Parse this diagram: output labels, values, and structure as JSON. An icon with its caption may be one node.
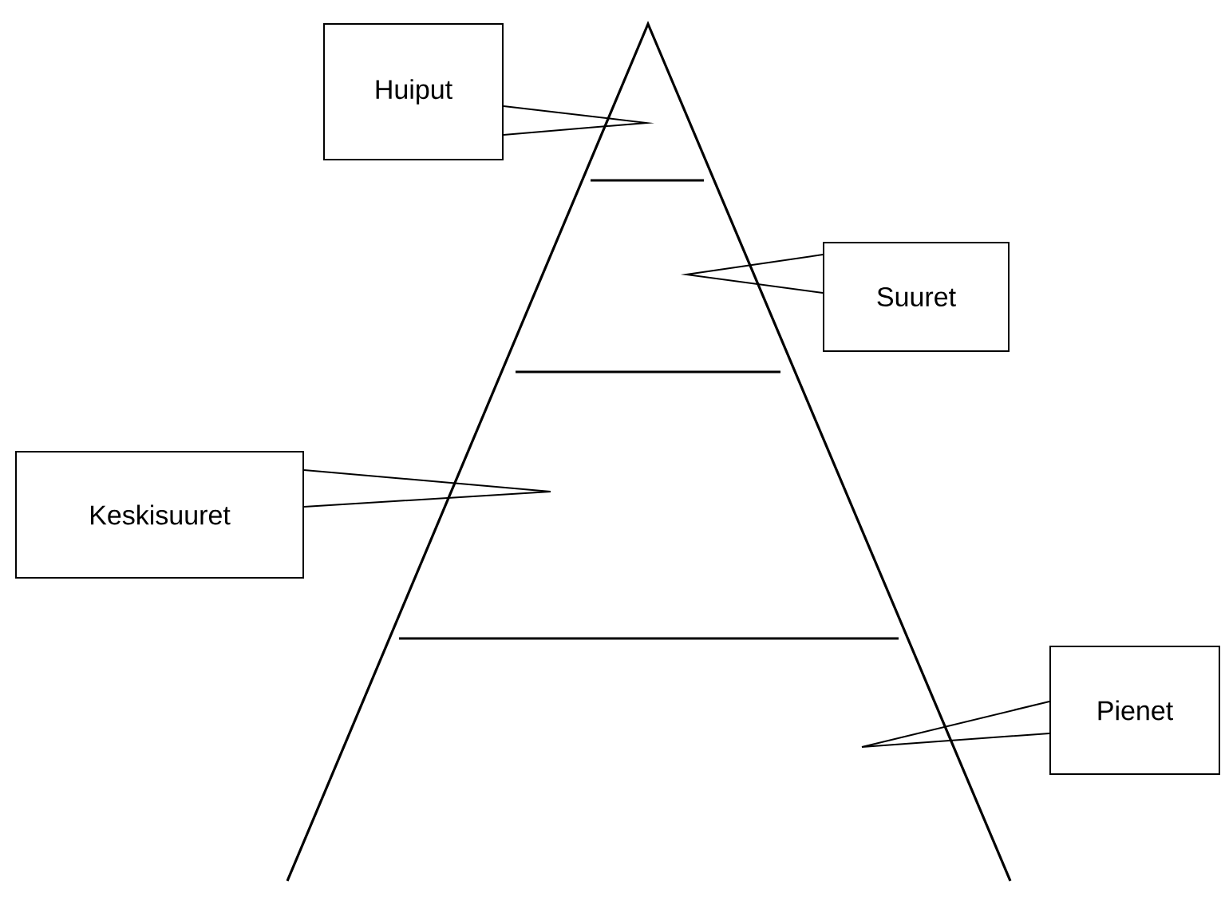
{
  "diagram": {
    "nodes": [
      {
        "text": [
          "Huiput"
        ]
      },
      {
        "text": [
          "Suuret"
        ]
      },
      {
        "text": [
          "Keskisuuret"
        ]
      },
      {
        "text": [
          "Pienet"
        ]
      }
    ],
    "edges": [
      {
        "from": 0,
        "to": null,
        "arrow": "none"
      },
      {
        "from": 1,
        "to": null,
        "arrow": "none"
      },
      {
        "from": 2,
        "to": null,
        "arrow": "none"
      },
      {
        "from": 3,
        "to": null,
        "arrow": "none"
      }
    ]
  }
}
